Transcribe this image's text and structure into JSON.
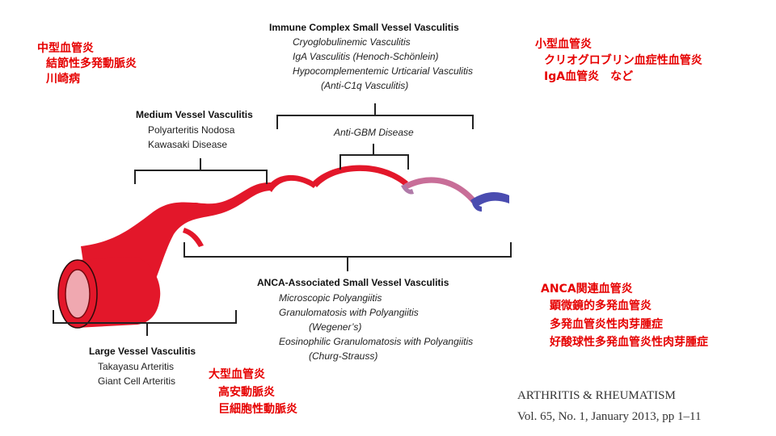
{
  "colors": {
    "red": "#e60000",
    "vessel_red": "#e3172a",
    "vessel_blue": "#4a4cb0",
    "text": "#222222"
  },
  "immune_complex": {
    "heading": "Immune Complex  Small Vessel Vasculitis",
    "items": [
      "Cryoglobulinemic Vasculitis",
      "IgA Vasculitis (Henoch-Schönlein)",
      "Hypocomplementemic Urticarial Vasculitis",
      "(Anti-C1q Vasculitis)"
    ]
  },
  "medium": {
    "heading": "Medium Vessel Vasculitis",
    "items": [
      "Polyarteritis Nodosa",
      "Kawasaki Disease"
    ]
  },
  "anti_gbm": "Anti-GBM Disease",
  "anca": {
    "heading": "ANCA-Associated Small Vessel Vasculitis",
    "items": [
      "Microscopic Polyangiitis",
      "Granulomatosis with Polyangiitis",
      "(Wegener’s)",
      "Eosinophilic Granulomatosis with Polyangiitis",
      "(Churg-Strauss)"
    ]
  },
  "large": {
    "heading": "Large Vessel Vasculitis",
    "items": [
      "Takayasu Arteritis",
      "Giant Cell Arteritis"
    ]
  },
  "jp_medium": [
    "中型血管炎",
    "結節性多発動脈炎",
    "川崎病"
  ],
  "jp_small": [
    "小型血管炎",
    "クリオグロブリン血症性血管炎",
    "IgA血管炎　など"
  ],
  "jp_anca": [
    "ANCA関連血管炎",
    "顕微鏡的多発血管炎",
    "多発血管炎性肉芽腫症",
    "好酸球性多発血管炎性肉芽腫症"
  ],
  "jp_large": [
    "大型血管炎",
    "高安動脈炎",
    "巨細胞性動脈炎"
  ],
  "citation": {
    "journal": "ARTHRITIS & RHEUMATISM",
    "volume": "Vol. 65, No. 1, January 2013, pp 1–11"
  }
}
